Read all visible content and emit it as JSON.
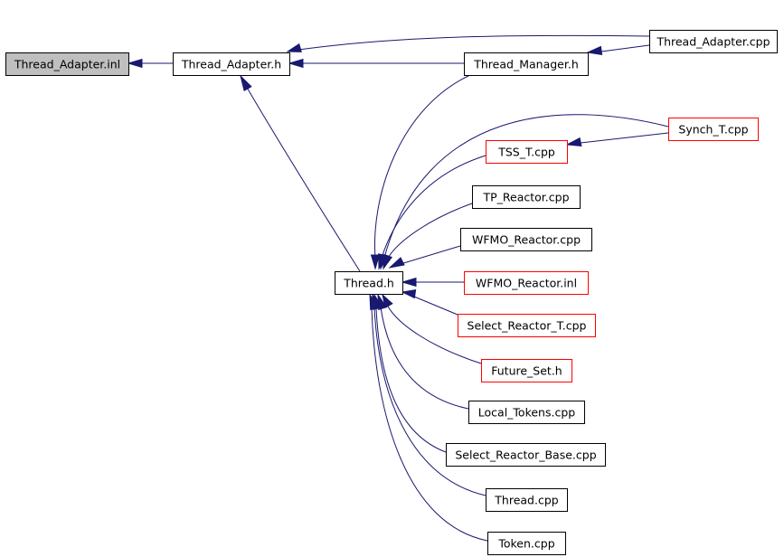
{
  "colors": {
    "edge": "#191970",
    "normal_border": "#000000",
    "truncated_border": "#ff0000",
    "root_fill": "#bfbfbf",
    "node_fill": "#ffffff"
  },
  "nodes": [
    {
      "id": "thread_adapter_inl",
      "label": "Thread_Adapter.inl",
      "style": "root"
    },
    {
      "id": "thread_adapter_h",
      "label": "Thread_Adapter.h",
      "style": "normal"
    },
    {
      "id": "thread_adapter_cpp",
      "label": "Thread_Adapter.cpp",
      "style": "normal"
    },
    {
      "id": "thread_manager_h",
      "label": "Thread_Manager.h",
      "style": "normal"
    },
    {
      "id": "synch_t_cpp",
      "label": "Synch_T.cpp",
      "style": "truncated"
    },
    {
      "id": "tss_t_cpp",
      "label": "TSS_T.cpp",
      "style": "truncated"
    },
    {
      "id": "tp_reactor_cpp",
      "label": "TP_Reactor.cpp",
      "style": "normal"
    },
    {
      "id": "wfmo_reactor_cpp",
      "label": "WFMO_Reactor.cpp",
      "style": "normal"
    },
    {
      "id": "thread_h",
      "label": "Thread.h",
      "style": "normal"
    },
    {
      "id": "wfmo_reactor_inl",
      "label": "WFMO_Reactor.inl",
      "style": "truncated"
    },
    {
      "id": "select_reactor_t_cpp",
      "label": "Select_Reactor_T.cpp",
      "style": "truncated"
    },
    {
      "id": "future_set_h",
      "label": "Future_Set.h",
      "style": "truncated"
    },
    {
      "id": "local_tokens_cpp",
      "label": "Local_Tokens.cpp",
      "style": "normal"
    },
    {
      "id": "select_reactor_base_cpp",
      "label": "Select_Reactor_Base.cpp",
      "style": "normal"
    },
    {
      "id": "thread_cpp",
      "label": "Thread.cpp",
      "style": "normal"
    },
    {
      "id": "token_cpp",
      "label": "Token.cpp",
      "style": "normal"
    }
  ],
  "edges": [
    {
      "from": "thread_adapter_h",
      "to": "thread_adapter_inl"
    },
    {
      "from": "thread_adapter_cpp",
      "to": "thread_adapter_h"
    },
    {
      "from": "thread_manager_h",
      "to": "thread_adapter_h"
    },
    {
      "from": "thread_h",
      "to": "thread_adapter_h"
    },
    {
      "from": "thread_adapter_cpp",
      "to": "thread_manager_h"
    },
    {
      "from": "thread_manager_h",
      "to": "thread_h"
    },
    {
      "from": "synch_t_cpp",
      "to": "thread_h"
    },
    {
      "from": "synch_t_cpp",
      "to": "tss_t_cpp"
    },
    {
      "from": "tss_t_cpp",
      "to": "thread_h"
    },
    {
      "from": "tp_reactor_cpp",
      "to": "thread_h"
    },
    {
      "from": "wfmo_reactor_cpp",
      "to": "thread_h"
    },
    {
      "from": "wfmo_reactor_inl",
      "to": "thread_h"
    },
    {
      "from": "select_reactor_t_cpp",
      "to": "thread_h"
    },
    {
      "from": "future_set_h",
      "to": "thread_h"
    },
    {
      "from": "local_tokens_cpp",
      "to": "thread_h"
    },
    {
      "from": "select_reactor_base_cpp",
      "to": "thread_h"
    },
    {
      "from": "thread_cpp",
      "to": "thread_h"
    },
    {
      "from": "token_cpp",
      "to": "thread_h"
    }
  ]
}
